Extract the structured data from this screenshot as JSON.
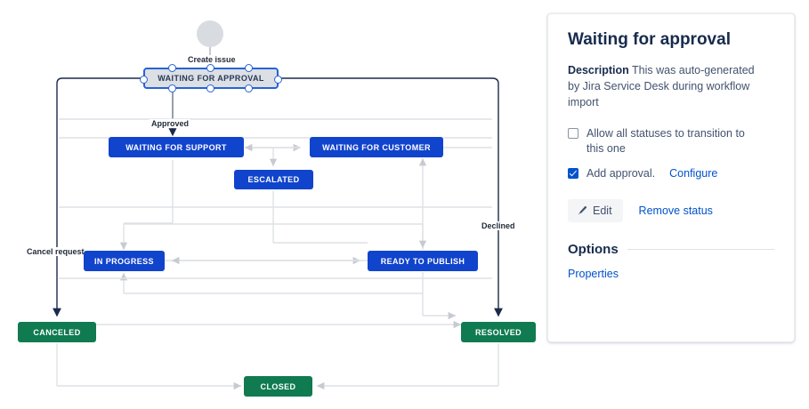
{
  "workflow": {
    "start_node": {
      "name": "start-circle"
    },
    "nodes": [
      {
        "id": "waiting-for-approval",
        "label": "WAITING FOR APPROVAL",
        "color": "#dcdfe4",
        "selected": true
      },
      {
        "id": "waiting-for-support",
        "label": "WAITING FOR SUPPORT",
        "color": "#1144cc",
        "selected": false
      },
      {
        "id": "waiting-for-customer",
        "label": "WAITING FOR CUSTOMER",
        "color": "#1144cc",
        "selected": false
      },
      {
        "id": "escalated",
        "label": "ESCALATED",
        "color": "#1144cc",
        "selected": false
      },
      {
        "id": "in-progress",
        "label": "IN PROGRESS",
        "color": "#1144cc",
        "selected": false
      },
      {
        "id": "ready-to-publish",
        "label": "READY TO PUBLISH",
        "color": "#1144cc",
        "selected": false
      },
      {
        "id": "canceled",
        "label": "CANCELED",
        "color": "#107a50",
        "selected": false
      },
      {
        "id": "resolved",
        "label": "RESOLVED",
        "color": "#107a50",
        "selected": false
      },
      {
        "id": "closed",
        "label": "CLOSED",
        "color": "#107a50",
        "selected": false
      }
    ],
    "transition_labels": [
      {
        "id": "create-issue",
        "label": "Create issue"
      },
      {
        "id": "approved",
        "label": "Approved"
      },
      {
        "id": "cancel-request",
        "label": "Cancel request"
      },
      {
        "id": "declined",
        "label": "Declined"
      }
    ]
  },
  "panel": {
    "title": "Waiting for approval",
    "description_label": "Description",
    "description_text": " This was auto-generated by Jira Service Desk during workflow import",
    "allow_all_label": "Allow all statuses to transition to this one",
    "allow_all_checked": false,
    "add_approval_label": "Add approval.",
    "add_approval_checked": true,
    "configure_link": "Configure",
    "edit_button": "Edit",
    "remove_status_link": "Remove status",
    "options_title": "Options",
    "properties_link": "Properties",
    "accent_color": "#0052cc"
  }
}
